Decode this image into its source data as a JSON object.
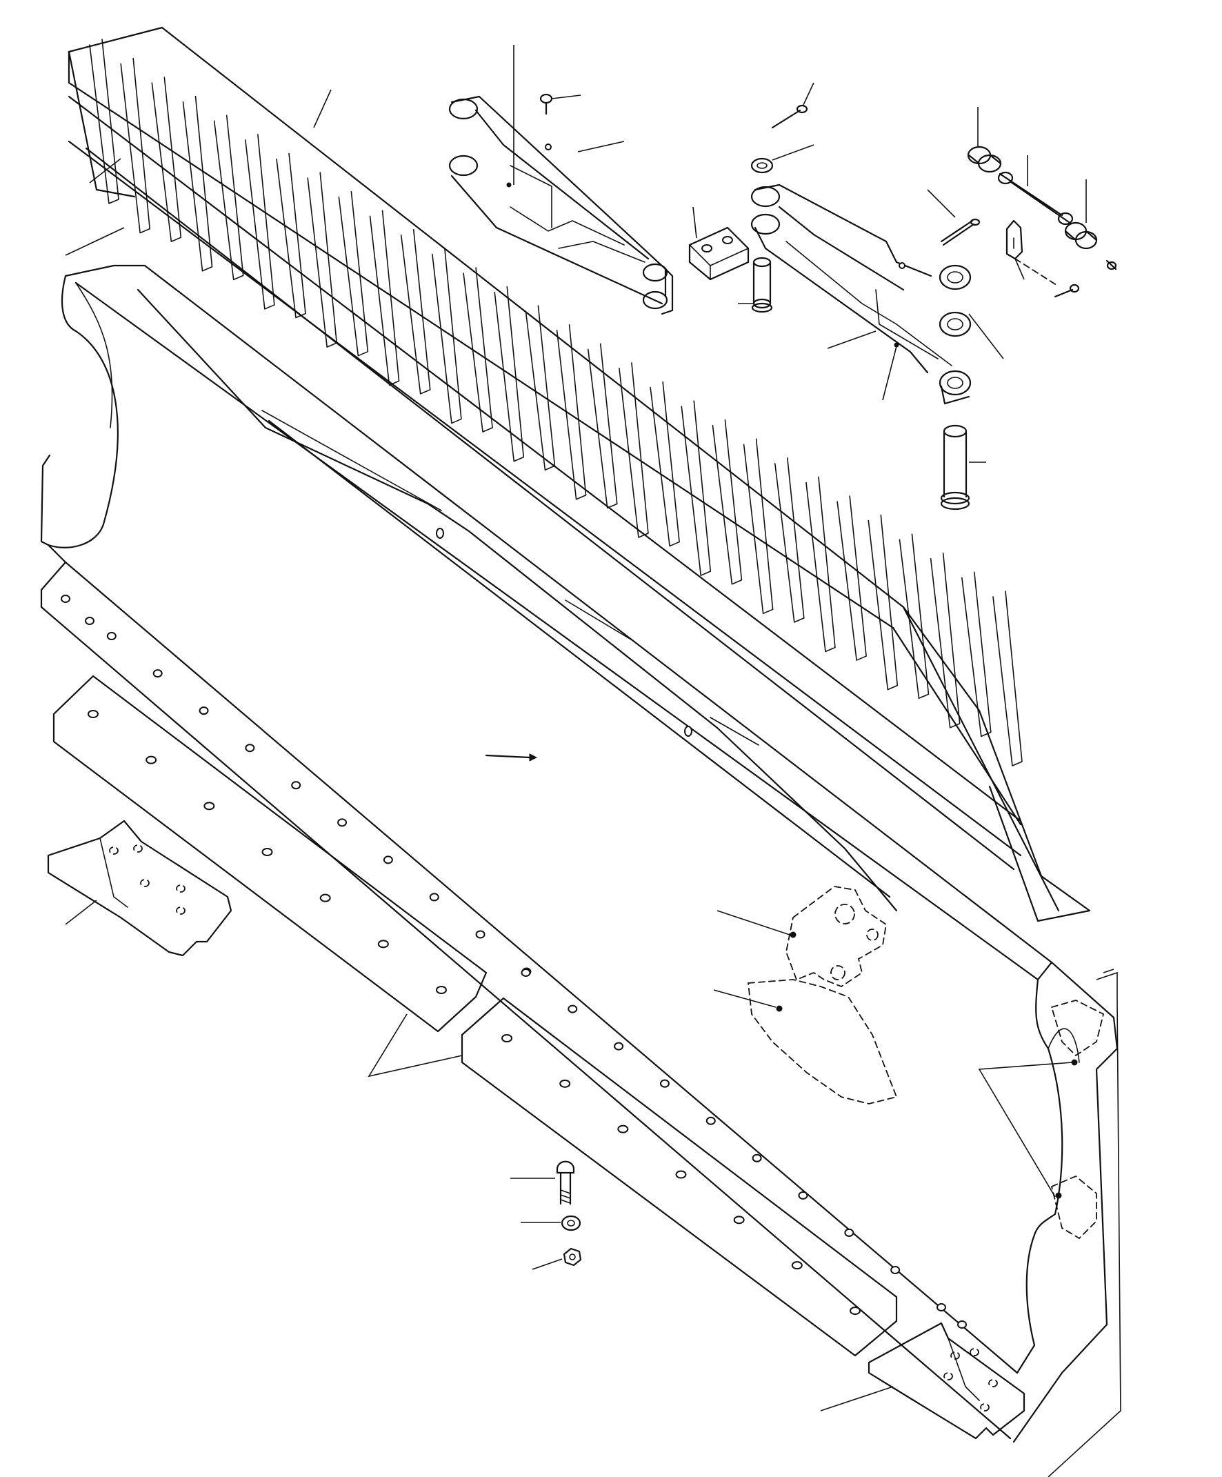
{
  "figure": {
    "parts": [
      {
        "id": "rock-guard"
      },
      {
        "id": "blade-body"
      },
      {
        "id": "upper-link-left"
      },
      {
        "id": "upper-link-right"
      },
      {
        "id": "cutting-edge-left"
      },
      {
        "id": "cutting-edge-right"
      },
      {
        "id": "end-bit-left"
      },
      {
        "id": "end-bit-right"
      },
      {
        "id": "trunnion-bracket"
      },
      {
        "id": "mounting-bracket"
      },
      {
        "id": "spacer-block"
      },
      {
        "id": "pin-short"
      },
      {
        "id": "pin-long"
      },
      {
        "id": "bushing-upper"
      },
      {
        "id": "bushing-lower"
      },
      {
        "id": "shaft"
      },
      {
        "id": "lock-plate"
      },
      {
        "id": "cotter-pin"
      },
      {
        "id": "washer"
      },
      {
        "id": "bolt"
      },
      {
        "id": "lock-washer"
      },
      {
        "id": "nut"
      }
    ]
  }
}
